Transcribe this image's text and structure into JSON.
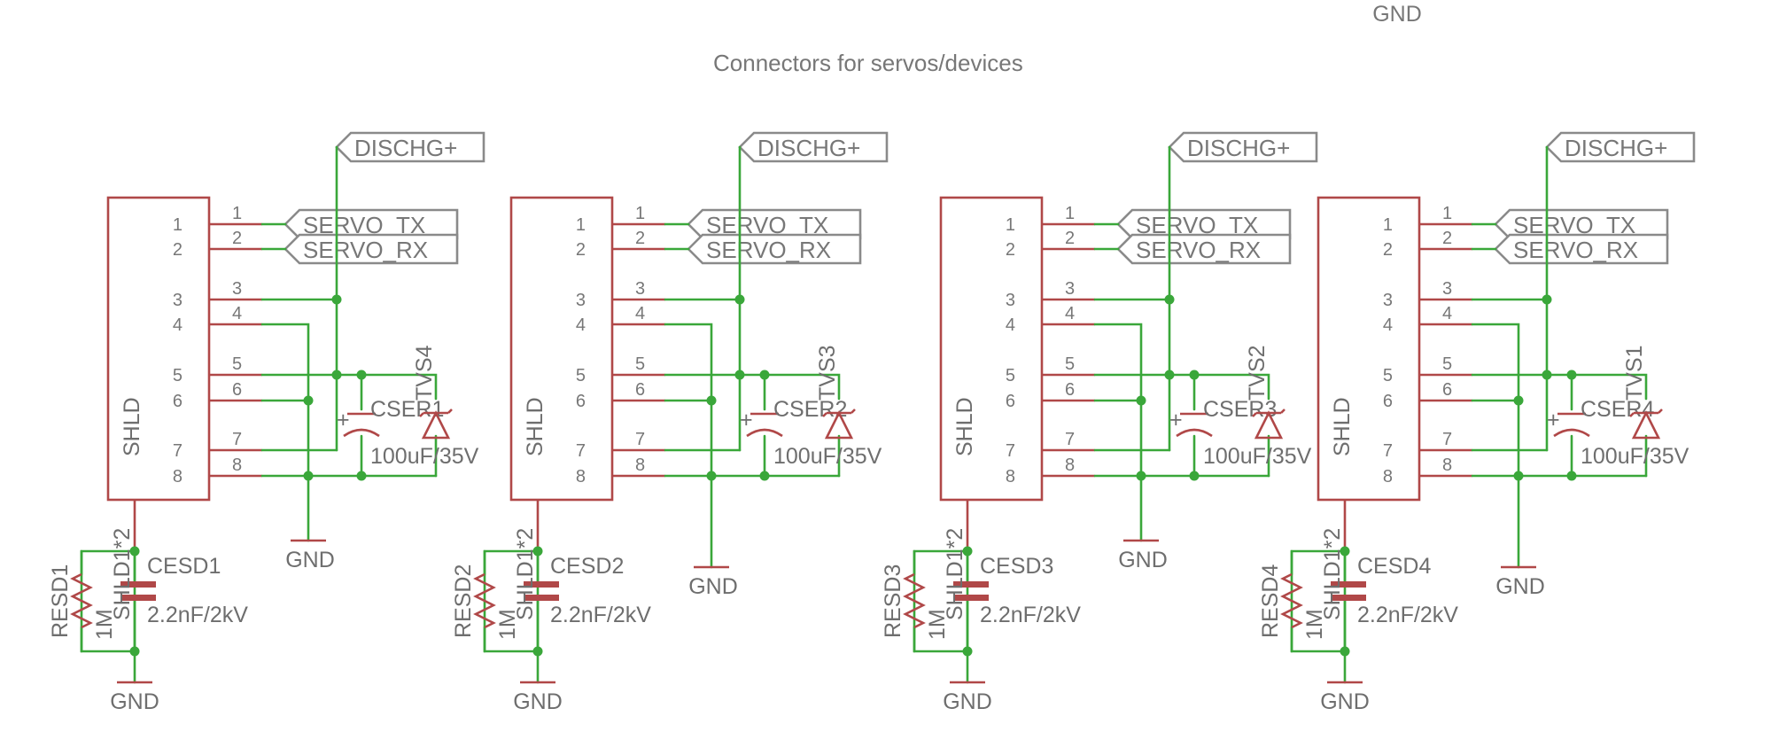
{
  "title": "Connectors for servos/devices",
  "top_gnd": "GND",
  "flags": {
    "discharge": "DISCHG+",
    "tx": "SERVO_TX",
    "rx": "SERVO_RX"
  },
  "gnd_label": "GND",
  "shield_label": "SHLD",
  "shield_pin_label": "SHLD1*2",
  "pins": [
    "1",
    "2",
    "3",
    "4",
    "5",
    "6",
    "7",
    "8"
  ],
  "colors": {
    "wire": "#3aa73a",
    "part": "#b04848",
    "flag": "#8a8a8a",
    "text": "#777777"
  },
  "blocks": [
    {
      "cap": "CSER1",
      "cap_value": "100uF/35V",
      "tvs": "TVS4",
      "esd_cap": "CESD1",
      "esd_value": "2.2nF/2kV",
      "res": "RESD1",
      "res_value": "1M"
    },
    {
      "cap": "CSER2",
      "cap_value": "100uF/35V",
      "tvs": "TVS3",
      "esd_cap": "CESD2",
      "esd_value": "2.2nF/2kV",
      "res": "RESD2",
      "res_value": "1M"
    },
    {
      "cap": "CSER3",
      "cap_value": "100uF/35V",
      "tvs": "TVS2",
      "esd_cap": "CESD3",
      "esd_value": "2.2nF/2kV",
      "res": "RESD3",
      "res_value": "1M"
    },
    {
      "cap": "CSER4",
      "cap_value": "100uF/35V",
      "tvs": "TVS1",
      "esd_cap": "CESD4",
      "esd_value": "2.2nF/2kV",
      "res": "RESD4",
      "res_value": "1M"
    }
  ]
}
